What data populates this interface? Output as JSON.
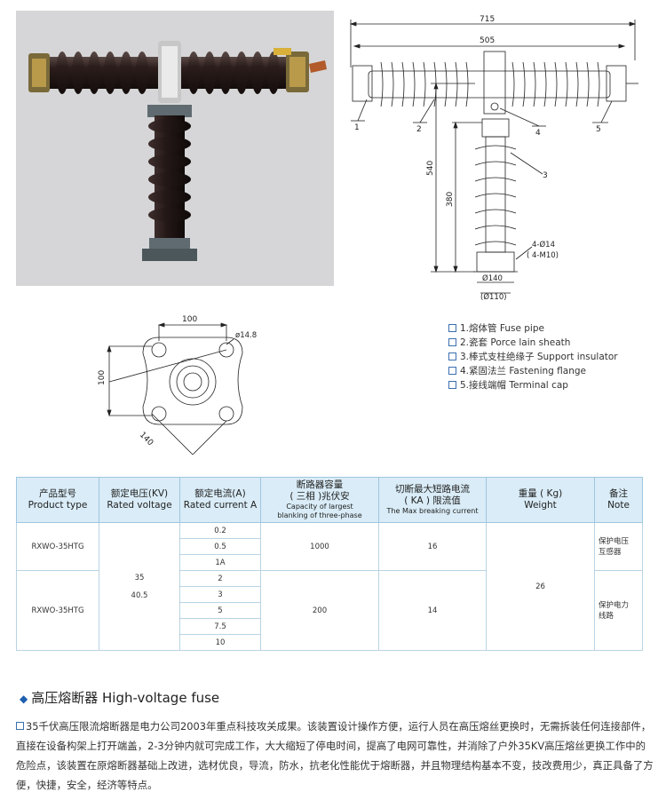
{
  "drawing": {
    "dim_715": "715",
    "dim_505": "505",
    "dim_540": "540",
    "dim_380": "380",
    "callouts": [
      "1",
      "2",
      "3",
      "4",
      "5"
    ],
    "holes_1": "4-Ø14",
    "holes_2": "( 4-M10)",
    "dia_140": "Ø140",
    "dia_110": "(Ø110)"
  },
  "flange": {
    "dim_100_top": "100",
    "dim_100_side": "100",
    "dim_140": "140",
    "hole_dia": "ø14.8"
  },
  "legend": [
    "1.熔体管 Fuse pipe",
    "2.瓷套  Porce lain sheath",
    "3.棒式支柱绝缘子  Support insulator",
    "4.紧固法兰 Fastening flange",
    "5.接线端帽 Terminal cap"
  ],
  "table": {
    "headers": [
      {
        "cn": "产品型号",
        "en": "Product type"
      },
      {
        "cn": "额定电压(KV)",
        "en": "Rated voltage"
      },
      {
        "cn": "额定电流(A)",
        "en": "Rated current A"
      },
      {
        "cn": "断路器容量",
        "cn2": "( 三相 )兆伏安",
        "en": "Capacity of largest",
        "en2": "blanking of three-phase"
      },
      {
        "cn": "切断最大短路电流",
        "cn2": "( KA ) 限流值",
        "en": "The Max breaking current"
      },
      {
        "cn": "重量 ( Kg)",
        "en": "Weight"
      },
      {
        "cn": "备注",
        "en": "Note"
      }
    ],
    "product_1": "RXWO-35HTG",
    "product_2": "RXWO-35HTG",
    "voltage_1": "35",
    "voltage_2": "40.5",
    "currents": [
      "0.2",
      "0.5",
      "1A",
      "2",
      "3",
      "5",
      "7.5",
      "10"
    ],
    "capacity_1": "1000",
    "capacity_2": "200",
    "breaking_1": "16",
    "breaking_2": "14",
    "weight": "26",
    "note_1a": "保护电压",
    "note_1b": "互感器",
    "note_2a": "保护电力",
    "note_2b": "线路"
  },
  "section": {
    "title_cn": "高压熔断器",
    "title_en": "High-voltage fuse"
  },
  "description": "35千伏高压限流熔断器是电力公司2003年重点科技攻关成果。该装置设计操作方便，运行人员在高压熔丝更换时，无需拆装任何连接部件，直接在设备构架上打开端盖，2-3分钟内就可完成工作，大大缩短了停电时间，提高了电网可靠性，并消除了户外35KV高压熔丝更换工作中的危险点，该装置在原熔断器基础上改进，选材优良，导流，防水，抗老化性能优于熔断器，并且物理结构基本不变，技改费用少，真正具备了方便，快捷，安全，经济等特点。",
  "colors": {
    "header_bg": "#d9ecf7",
    "accent": "#1f5fb0",
    "porcelain": "#2b1d1b"
  }
}
